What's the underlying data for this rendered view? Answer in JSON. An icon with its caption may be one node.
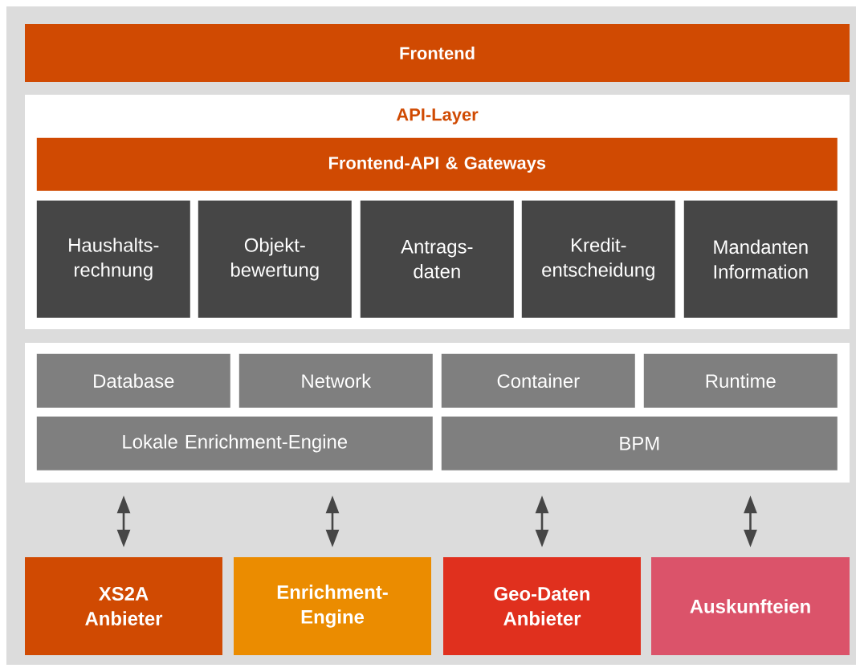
{
  "diagram": {
    "nodes": [
      {
        "text": [
          "Frontend"
        ]
      },
      {
        "text": [
          "API-Layer"
        ]
      },
      {
        "text": [
          "Frontend-API & Gateways"
        ],
        "in": 1
      },
      {
        "text": [
          "Haushalts- rechnung"
        ],
        "in": 1
      },
      {
        "text": [
          "Objekt- bewertung"
        ],
        "in": 1
      },
      {
        "text": [
          "Antrags- daten"
        ],
        "in": 1
      },
      {
        "text": [
          "Kredit- entscheidung"
        ],
        "in": 1
      },
      {
        "text": [
          "Mandanten Information"
        ],
        "in": 1
      },
      {
        "text": [],
        "shape": "box"
      },
      {
        "text": [
          "Database"
        ],
        "in": 8
      },
      {
        "text": [
          "Network"
        ],
        "in": 8
      },
      {
        "text": [
          "Container"
        ],
        "in": 8
      },
      {
        "text": [
          "Runtime"
        ],
        "in": 8
      },
      {
        "text": [
          "Lokale Enrichment-Engine"
        ],
        "in": 8
      },
      {
        "text": [
          "BPM"
        ],
        "in": 8
      },
      {
        "text": [
          "XS2A Anbieter"
        ]
      },
      {
        "text": [
          "Enrichment- Engine"
        ]
      },
      {
        "text": [
          "Geo-Daten Anbieter"
        ]
      },
      {
        "text": [
          "Auskunfteien"
        ]
      }
    ],
    "edges": [
      {
        "from": 8,
        "to": 15,
        "arrow": "both"
      },
      {
        "from": 8,
        "to": 16,
        "arrow": "both"
      },
      {
        "from": 8,
        "to": 17,
        "arrow": "both"
      },
      {
        "from": 8,
        "to": 18,
        "arrow": "both"
      }
    ]
  }
}
